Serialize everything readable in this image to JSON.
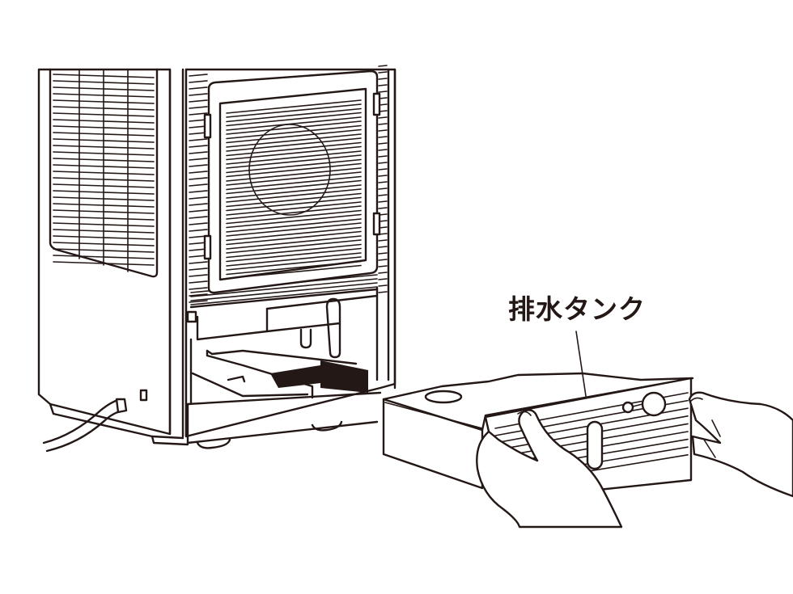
{
  "figure": {
    "type": "instruction-illustration",
    "subject": "dehumidifier rear view with drain tank being removed",
    "callout": {
      "label": "排水タンク",
      "target": "drain-tank"
    },
    "colors": {
      "line": "#231815",
      "background": "#ffffff",
      "arrow": "#231815"
    },
    "parts": [
      "side-grille",
      "rear-filter-grille",
      "tank-compartment",
      "pull-direction-arrow",
      "drain-tank",
      "hands",
      "power-cord",
      "casters"
    ]
  }
}
